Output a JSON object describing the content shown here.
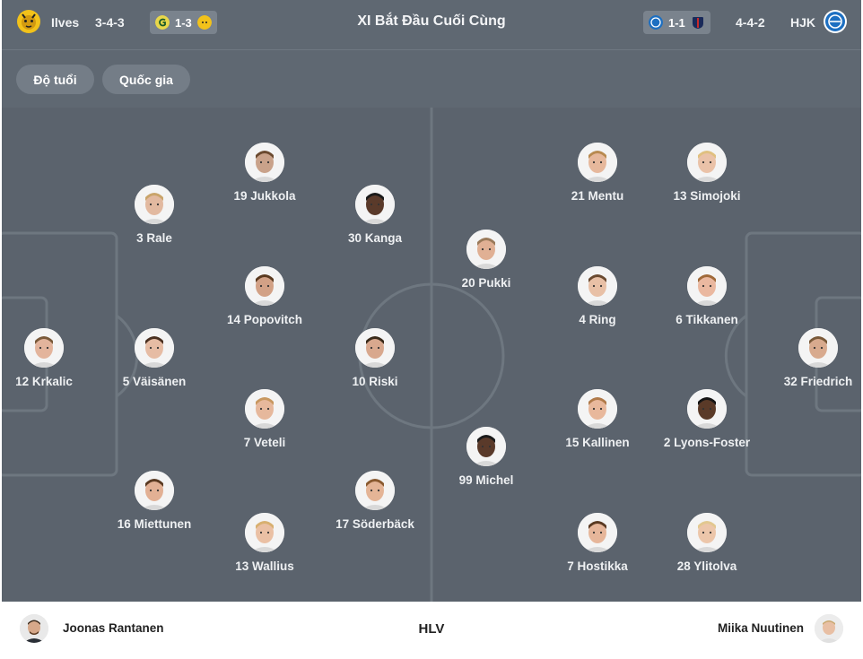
{
  "header": {
    "title": "XI Bắt Đầu Cuối Cùng",
    "home_team": "Ilves",
    "home_formation": "3-4-3",
    "home_recent_score": "1-3",
    "away_team": "HJK",
    "away_formation": "4-4-2",
    "away_recent_score": "1-1"
  },
  "filters": [
    "Độ tuổi",
    "Quốc gia"
  ],
  "home_players": [
    {
      "label": "19 Jukkola",
      "skin": "#c9a28a",
      "hair": "#6b4a30"
    },
    {
      "label": "3 Rale",
      "skin": "#e2b9a0",
      "hair": "#c9a46a"
    },
    {
      "label": "30 Kanga",
      "skin": "#5a3a2a",
      "hair": "#1a1a1a"
    },
    {
      "label": "14 Popovitch",
      "skin": "#d2a186",
      "hair": "#5a3a20"
    },
    {
      "label": "12 Krkalic",
      "skin": "#e3b49c",
      "hair": "#7a5a3a"
    },
    {
      "label": "5 Väisänen",
      "skin": "#e6bca4",
      "hair": "#4a3020"
    },
    {
      "label": "10 Riski",
      "skin": "#d8a88e",
      "hair": "#3a2a1a"
    },
    {
      "label": "7 Veteli",
      "skin": "#e6b89c",
      "hair": "#c89860"
    },
    {
      "label": "16 Miettunen",
      "skin": "#e2b094",
      "hair": "#5a3a22"
    },
    {
      "label": "17 Söderbäck",
      "skin": "#e4b496",
      "hair": "#8a5a30"
    },
    {
      "label": "13 Wallius",
      "skin": "#eac0a4",
      "hair": "#d8b070"
    }
  ],
  "away_players": [
    {
      "label": "21 Mentu",
      "skin": "#e6b89c",
      "hair": "#b88a50"
    },
    {
      "label": "13 Simojoki",
      "skin": "#eac2a8",
      "hair": "#e0c080"
    },
    {
      "label": "20 Pukki",
      "skin": "#e0b094",
      "hair": "#9a7a5a"
    },
    {
      "label": "4 Ring",
      "skin": "#e8c0a6",
      "hair": "#6a4a30"
    },
    {
      "label": "6 Tikkanen",
      "skin": "#eab8a0",
      "hair": "#a06a3a"
    },
    {
      "label": "32 Friedrich",
      "skin": "#d8aa8e",
      "hair": "#7a5a3a"
    },
    {
      "label": "15 Kallinen",
      "skin": "#e8b89c",
      "hair": "#b07a4a"
    },
    {
      "label": "2 Lyons-Foster",
      "skin": "#5a3a28",
      "hair": "#151515"
    },
    {
      "label": "99 Michel",
      "skin": "#5a3a2a",
      "hair": "#1a1a1a"
    },
    {
      "label": "7 Hostikka",
      "skin": "#e6b69a",
      "hair": "#5a3a22"
    },
    {
      "label": "28 Ylitolva",
      "skin": "#ecc6aa",
      "hair": "#e2c890"
    }
  ],
  "coaches": {
    "label": "HLV",
    "home": "Joonas Rantanen",
    "away": "Miika Nuutinen"
  },
  "colors": {
    "header_bg": "#5f6872",
    "pitch_bg": "#5b636d",
    "line": "#6e7780",
    "ilves_yellow": "#f2c21a",
    "hjk_blue": "#1d6fc1"
  }
}
